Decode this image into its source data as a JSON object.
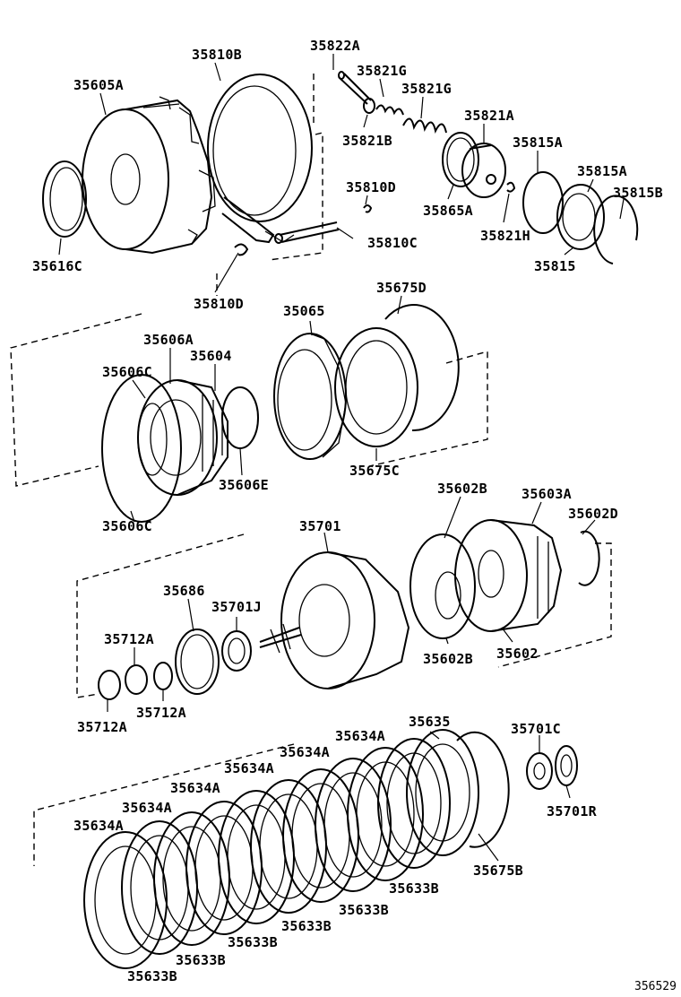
{
  "figure_number": "356529",
  "labels": {
    "l_35605A": "35605A",
    "l_35810B": "35810B",
    "l_35822A": "35822A",
    "l_35821G_a": "35821G",
    "l_35821G_b": "35821G",
    "l_35821A": "35821A",
    "l_35821B": "35821B",
    "l_35815A_a": "35815A",
    "l_35815A_b": "35815A",
    "l_35815B": "35815B",
    "l_35810D_a": "35810D",
    "l_35865A": "35865A",
    "l_35821H": "35821H",
    "l_35815": "35815",
    "l_35616C": "35616C",
    "l_35810C": "35810C",
    "l_35810D_b": "35810D",
    "l_35675D": "35675D",
    "l_35065": "35065",
    "l_35606A": "35606A",
    "l_35604": "35604",
    "l_35606C_a": "35606C",
    "l_35606E": "35606E",
    "l_35675C": "35675C",
    "l_35606C_b": "35606C",
    "l_35602B_a": "35602B",
    "l_35603A": "35603A",
    "l_35602D": "35602D",
    "l_35701": "35701",
    "l_35686": "35686",
    "l_35701J": "35701J",
    "l_35712A_a": "35712A",
    "l_35602B_b": "35602B",
    "l_35602": "35602",
    "l_35712A_b": "35712A",
    "l_35712A_c": "35712A",
    "l_35635": "35635",
    "l_35701C": "35701C",
    "l_35634A_a": "35634A",
    "l_35634A_b": "35634A",
    "l_35634A_c": "35634A",
    "l_35634A_d": "35634A",
    "l_35634A_e": "35634A",
    "l_35634A_f": "35634A",
    "l_35701R": "35701R",
    "l_35675B": "35675B",
    "l_35633B_a": "35633B",
    "l_35633B_b": "35633B",
    "l_35633B_c": "35633B",
    "l_35633B_d": "35633B",
    "l_35633B_e": "35633B",
    "l_35633B_f": "35633B"
  }
}
